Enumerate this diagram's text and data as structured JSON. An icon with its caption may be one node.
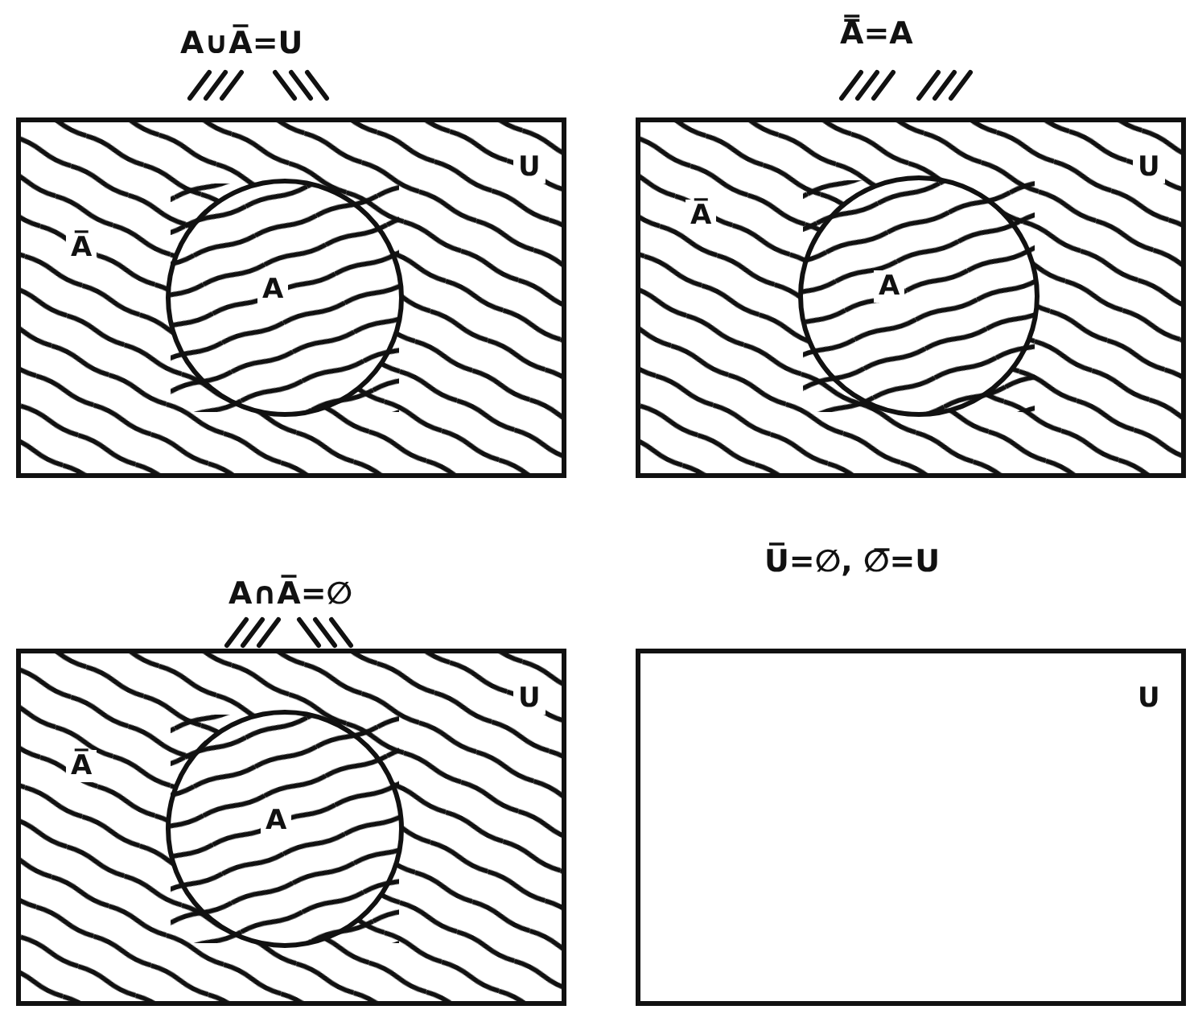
{
  "diagram": {
    "nodes": [
      {
        "text": [
          "A̅",
          "U"
        ]
      },
      {
        "text": [
          "A"
        ],
        "in": 0
      },
      {
        "text": [
          "A̅",
          "U"
        ]
      },
      {
        "text": [
          "A"
        ],
        "in": 2
      },
      {
        "text": [
          "A̅",
          "U"
        ]
      },
      {
        "text": [
          "A"
        ],
        "in": 4
      },
      {
        "text": [
          "U"
        ]
      }
    ],
    "edges": [],
    "labels": [
      "A∪A̅=U",
      "A̿=A",
      "A∩A̅=∅",
      "U̅=∅, ∅̅=U"
    ]
  }
}
